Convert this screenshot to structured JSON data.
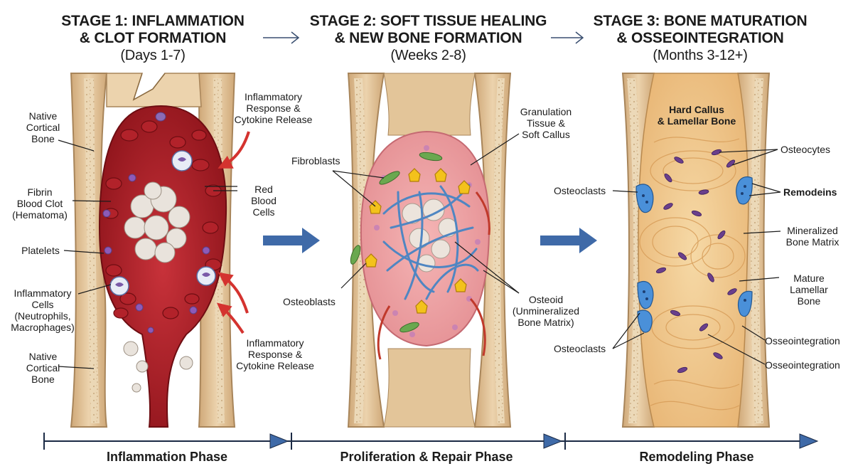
{
  "stages": [
    {
      "title": "STAGE 1: INFLAMMATION",
      "title2": "& CLOT FORMATION",
      "subtitle": "(Days 1-7)"
    },
    {
      "title": "STAGE 2: SOFT TISSUE HEALING",
      "title2": "& NEW BONE FORMATION",
      "subtitle": "(Weeks 2-8)"
    },
    {
      "title": "STAGE 3: BONE MATURATION",
      "title2": "& OSSEOINTEGRATION",
      "subtitle": "(Months 3-12+)"
    }
  ],
  "stage1_labels": {
    "native_cortical_top": "Native\nCortical\nBone",
    "fibrin_clot": "Fibrin\nBlood Clot\n(Hematoma)",
    "platelets": "Platelets",
    "inflammatory_cells": "Inflammatory\nCells\n(Neutrophils,\nMacrophages)",
    "native_cortical_bottom": "Native\nCortical\nBone",
    "inflammatory_response_top": "Inflammatory\nResponse &\nCytokine Release",
    "red_blood_cells": "Red\nBlood\nCells",
    "inflammatory_response_bottom": "Inflammatory\nResponse &\nCytokine Release"
  },
  "stage2_labels": {
    "granulation": "Granulation\nTissue &\nSoft Callus",
    "fibroblasts": "Fibroblasts",
    "osteoblasts": "Osteoblasts",
    "osteoid": "Osteoid\n(Unmineralized\nBone Matrix)"
  },
  "stage3_labels": {
    "hard_callus": "Hard Callus\n& Lamellar Bone",
    "osteocytes": "Osteocytes",
    "osteoclasts_top": "Osteoclasts",
    "remodeins": "Remodeins",
    "mineralized": "Mineralized\nBone Matrix",
    "mature_lamellar": "Mature\nLamellar\nBone",
    "osteoclasts_bottom": "Osteoclasts",
    "osseointegration_1": "Osseointegration",
    "osseointegration_2": "Osseointegration"
  },
  "phases": [
    "Inflammation Phase",
    "Proliferation & Repair Phase",
    "Remodeling Phase"
  ],
  "colors": {
    "bone": "#e2c49c",
    "bone_edge": "#a8855a",
    "blood": "#a51d24",
    "tissue": "#f0a5a5",
    "callus": "#f1c484",
    "osteoid": "#5a8fc7",
    "arrow_blue": "#2f4f7f",
    "red_arrow": "#d4332f"
  }
}
